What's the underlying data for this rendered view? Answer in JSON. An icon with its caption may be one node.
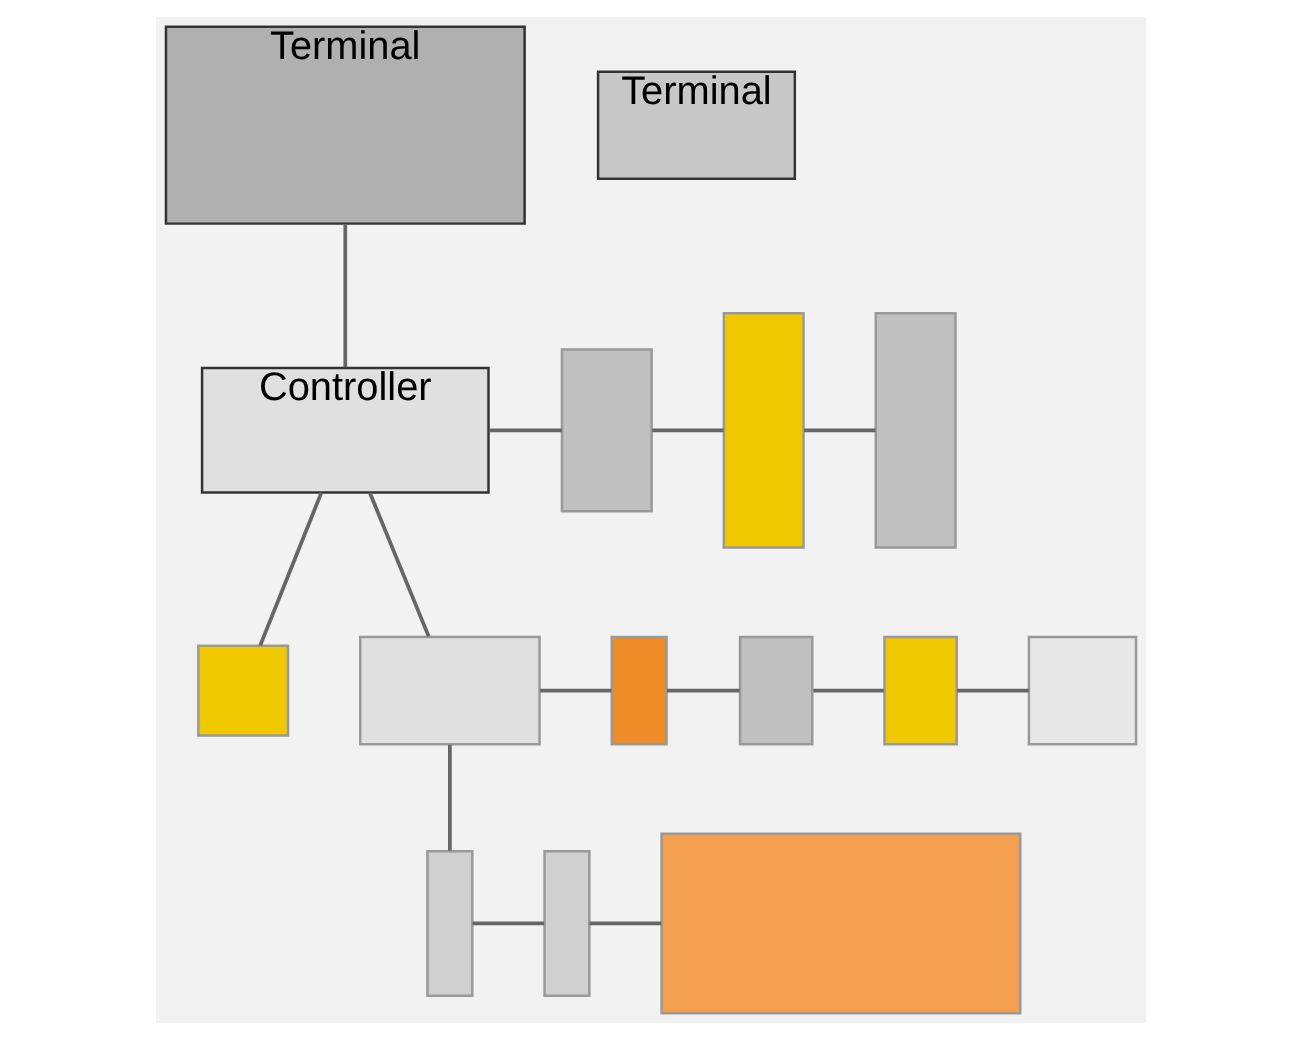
{
  "diagram": {
    "nodes": [
      {
        "text": [
          "Terminal"
        ]
      },
      {
        "text": [
          "Terminal"
        ]
      },
      {
        "text": [
          "Controller"
        ]
      },
      {
        "text": [],
        "shape": "box"
      },
      {
        "text": [],
        "shape": "box"
      },
      {
        "text": [],
        "shape": "box"
      },
      {
        "text": [],
        "shape": "box"
      },
      {
        "text": [],
        "shape": "box"
      },
      {
        "text": [],
        "shape": "box"
      },
      {
        "text": [],
        "shape": "box"
      },
      {
        "text": [],
        "shape": "box"
      },
      {
        "text": [],
        "shape": "box"
      },
      {
        "text": [],
        "shape": "box"
      },
      {
        "text": [],
        "shape": "box"
      },
      {
        "text": [],
        "shape": "box"
      }
    ],
    "edges": [
      {
        "from": 0,
        "to": 2,
        "arrow": "none"
      },
      {
        "from": 2,
        "to": 3,
        "arrow": "none"
      },
      {
        "from": 3,
        "to": 4,
        "arrow": "none"
      },
      {
        "from": 4,
        "to": 5,
        "arrow": "none"
      },
      {
        "from": 2,
        "to": 6,
        "arrow": "none"
      },
      {
        "from": 2,
        "to": 7,
        "arrow": "none"
      },
      {
        "from": 7,
        "to": 8,
        "arrow": "none"
      },
      {
        "from": 8,
        "to": 9,
        "arrow": "none"
      },
      {
        "from": 9,
        "to": 10,
        "arrow": "none"
      },
      {
        "from": 10,
        "to": 11,
        "arrow": "none"
      },
      {
        "from": 7,
        "to": 12,
        "arrow": "none"
      },
      {
        "from": 12,
        "to": 13,
        "arrow": "none"
      },
      {
        "from": 13,
        "to": 14,
        "arrow": "none"
      }
    ]
  }
}
